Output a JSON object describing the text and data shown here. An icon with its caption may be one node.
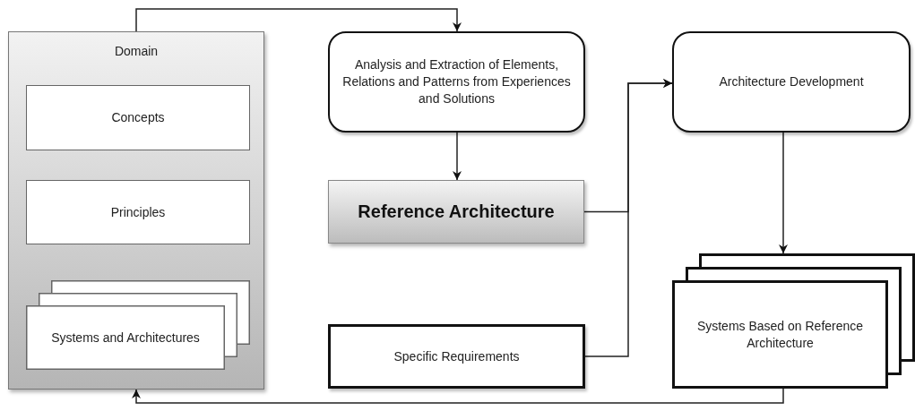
{
  "diagram": {
    "nodes": [
      {
        "text": [
          "Domain"
        ]
      },
      {
        "text": [
          "Concepts"
        ],
        "in": 0
      },
      {
        "text": [
          "Principles"
        ],
        "in": 0
      },
      {
        "text": [
          "Systems and Architectures"
        ],
        "in": 0
      },
      {
        "text": [
          "Analysis and Extraction of Elements, Relations and Patterns from Experiences and Solutions"
        ]
      },
      {
        "text": [
          "Reference Architecture"
        ]
      },
      {
        "text": [
          "Specific Requirements"
        ]
      },
      {
        "text": [
          "Architecture Development"
        ]
      },
      {
        "text": [
          "Systems Based on Reference Architecture"
        ]
      }
    ],
    "edges": [
      {
        "from": 0,
        "to": 4,
        "arrow": "to"
      },
      {
        "from": 4,
        "to": 5,
        "arrow": "to"
      },
      {
        "from": 5,
        "to": 7,
        "arrow": "to"
      },
      {
        "from": 6,
        "to": 7,
        "arrow": "to"
      },
      {
        "from": 7,
        "to": 8,
        "arrow": "to"
      },
      {
        "from": 8,
        "to": 0,
        "arrow": "to"
      }
    ]
  }
}
